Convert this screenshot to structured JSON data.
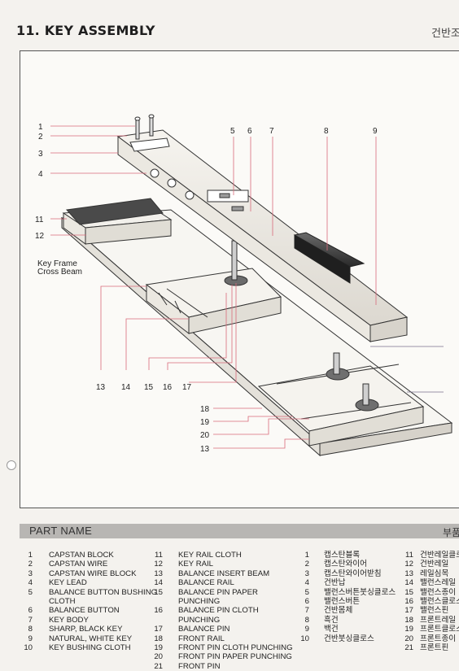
{
  "header": {
    "title": "11. KEY ASSEMBLY",
    "title_korean": "건반조"
  },
  "diagram": {
    "callouts": [
      "1",
      "2",
      "3",
      "4",
      "5",
      "6",
      "7",
      "8",
      "9",
      "11",
      "12",
      "13",
      "14",
      "15",
      "16",
      "17",
      "18",
      "19",
      "20",
      "13"
    ],
    "labels": [
      "Key Frame",
      "Cross Beam"
    ]
  },
  "parts_section": {
    "title": "PART NAME",
    "title_korean": "부품"
  },
  "parts_en": [
    {
      "num": "1",
      "name": "CAPSTAN BLOCK"
    },
    {
      "num": "2",
      "name": "CAPSTAN WIRE"
    },
    {
      "num": "3",
      "name": "CAPSTAN WIRE BLOCK"
    },
    {
      "num": "4",
      "name": "KEY LEAD"
    },
    {
      "num": "5",
      "name": "BALANCE BUTTON BUSHING CLOTH"
    },
    {
      "num": "6",
      "name": "BALANCE BUTTON"
    },
    {
      "num": "7",
      "name": "KEY BODY"
    },
    {
      "num": "8",
      "name": "SHARP, BLACK KEY"
    },
    {
      "num": "9",
      "name": "NATURAL, WHITE KEY"
    },
    {
      "num": "10",
      "name": "KEY BUSHING CLOTH"
    },
    {
      "num": "11",
      "name": "KEY RAIL CLOTH"
    },
    {
      "num": "12",
      "name": "KEY RAIL"
    },
    {
      "num": "13",
      "name": "BALANCE INSERT BEAM"
    },
    {
      "num": "14",
      "name": "BALANCE RAIL"
    },
    {
      "num": "15",
      "name": "BALANCE PIN PAPER PUNCHING"
    },
    {
      "num": "16",
      "name": "BALANCE PIN CLOTH PUNCHING"
    },
    {
      "num": "17",
      "name": "BALANCE PIN"
    },
    {
      "num": "18",
      "name": "FRONT RAIL"
    },
    {
      "num": "19",
      "name": "FRONT PIN CLOTH PUNCHING"
    },
    {
      "num": "20",
      "name": "FRONT PIN PAPER PUNCHING"
    },
    {
      "num": "21",
      "name": "FRONT PIN"
    }
  ],
  "parts_kr": [
    {
      "num": "1",
      "name": "캡스탄블록"
    },
    {
      "num": "2",
      "name": "캡스탄와이어"
    },
    {
      "num": "3",
      "name": "캡스탄와이어받침"
    },
    {
      "num": "4",
      "name": "건반납"
    },
    {
      "num": "5",
      "name": "밸런스버튼붓싱클로스"
    },
    {
      "num": "6",
      "name": "밸런스버튼"
    },
    {
      "num": "7",
      "name": "건반몸체"
    },
    {
      "num": "8",
      "name": "흑건"
    },
    {
      "num": "9",
      "name": "백건"
    },
    {
      "num": "10",
      "name": "건반붓싱클로스"
    },
    {
      "num": "11",
      "name": "건반레일클로"
    },
    {
      "num": "12",
      "name": "건반레일"
    },
    {
      "num": "13",
      "name": "레일심목"
    },
    {
      "num": "14",
      "name": "밸런스레일"
    },
    {
      "num": "15",
      "name": "밸런스종이"
    },
    {
      "num": "16",
      "name": "밸런스클로스"
    },
    {
      "num": "17",
      "name": "밸런스핀"
    },
    {
      "num": "18",
      "name": "프론트레일"
    },
    {
      "num": "19",
      "name": "프론트클로스"
    },
    {
      "num": "20",
      "name": "프론트종이"
    },
    {
      "num": "21",
      "name": "프론트핀"
    }
  ]
}
